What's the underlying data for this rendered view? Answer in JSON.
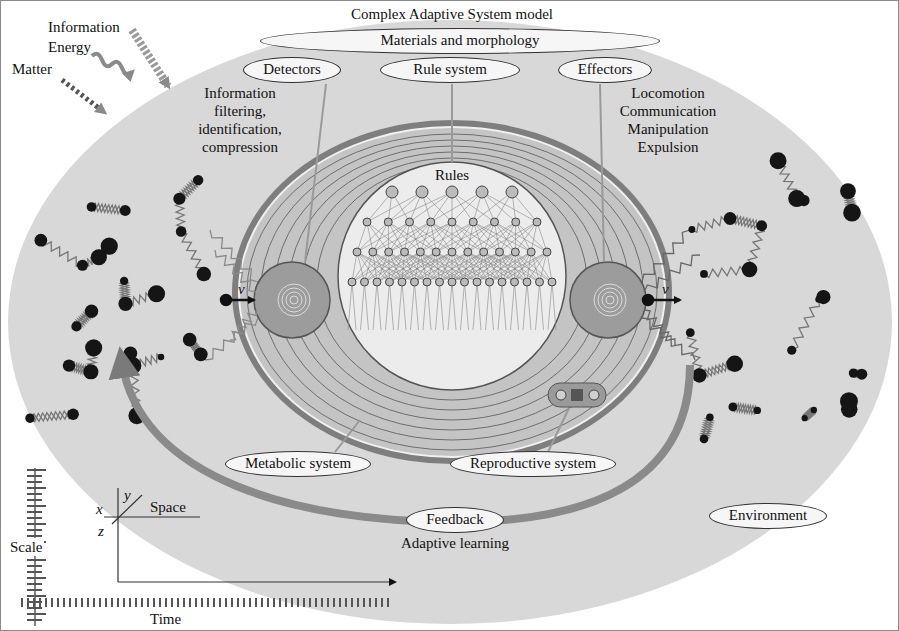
{
  "diagram": {
    "title": "Complex Adaptive System model",
    "nodes": [
      {
        "text": [
          "Materials and morphology"
        ]
      },
      {
        "text": [
          "Detectors"
        ]
      },
      {
        "text": [
          "Rule system"
        ]
      },
      {
        "text": [
          "Effectors"
        ]
      },
      {
        "text": [
          "Metabolic system"
        ]
      },
      {
        "text": [
          "Reproductive system"
        ]
      },
      {
        "text": [
          "Feedback",
          "Adaptive learning"
        ]
      },
      {
        "text": [
          "Environment"
        ]
      }
    ],
    "labels": [
      "Information",
      "Energy",
      "Matter",
      "Information filtering, identification, compression",
      "Locomotion",
      "Communication",
      "Manipulation",
      "Expulsion",
      "Rules",
      "v",
      "v",
      "Scale",
      "x",
      "y",
      "z",
      "Space",
      "Time"
    ]
  }
}
